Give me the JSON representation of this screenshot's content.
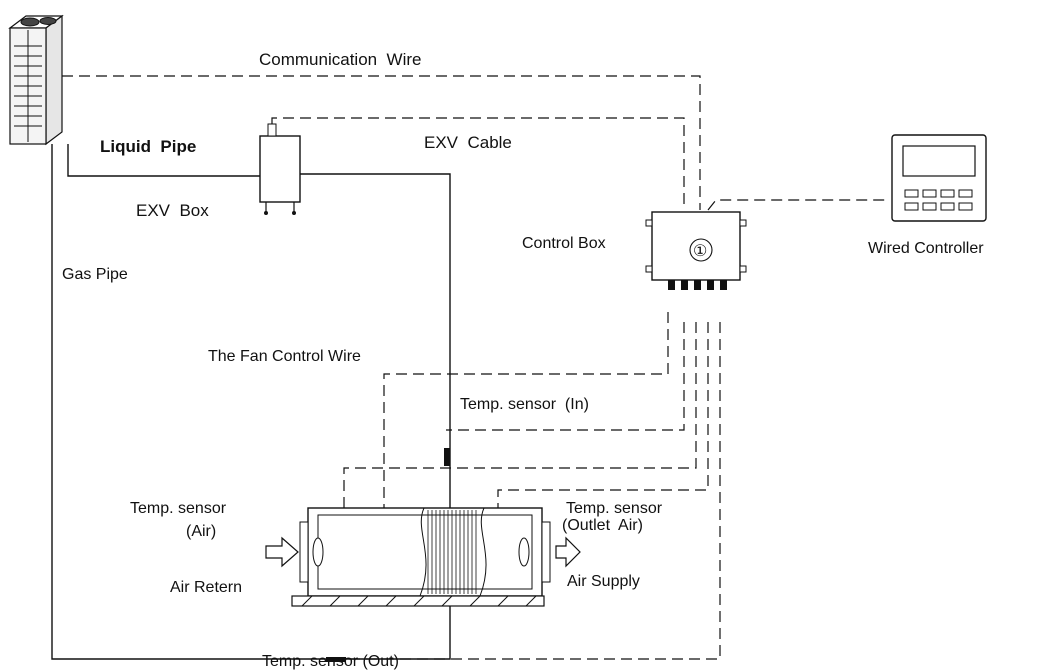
{
  "labels": {
    "communication_wire": "Communication  Wire",
    "exv_cable": "EXV  Cable",
    "liquid_pipe": "Liquid  Pipe",
    "exv_box": "EXV  Box",
    "gas_pipe": "Gas Pipe",
    "control_box": "Control Box",
    "control_box_number": "①",
    "wired_controller": "Wired Controller",
    "fan_control_wire": "The Fan Control Wire",
    "temp_sensor_in": "Temp. sensor  (In)",
    "temp_sensor_air_line1": "Temp. sensor",
    "temp_sensor_air_line2": "(Air)",
    "temp_sensor_outlet_line1": "Temp. sensor",
    "temp_sensor_outlet_line2": "(Outlet  Air)",
    "air_retern": "Air Retern",
    "air_supply": "Air Supply",
    "temp_sensor_out": "Temp. sensor (Out)"
  },
  "colors": {
    "line": "#111111",
    "background": "#ffffff",
    "sensor": "#111111"
  }
}
